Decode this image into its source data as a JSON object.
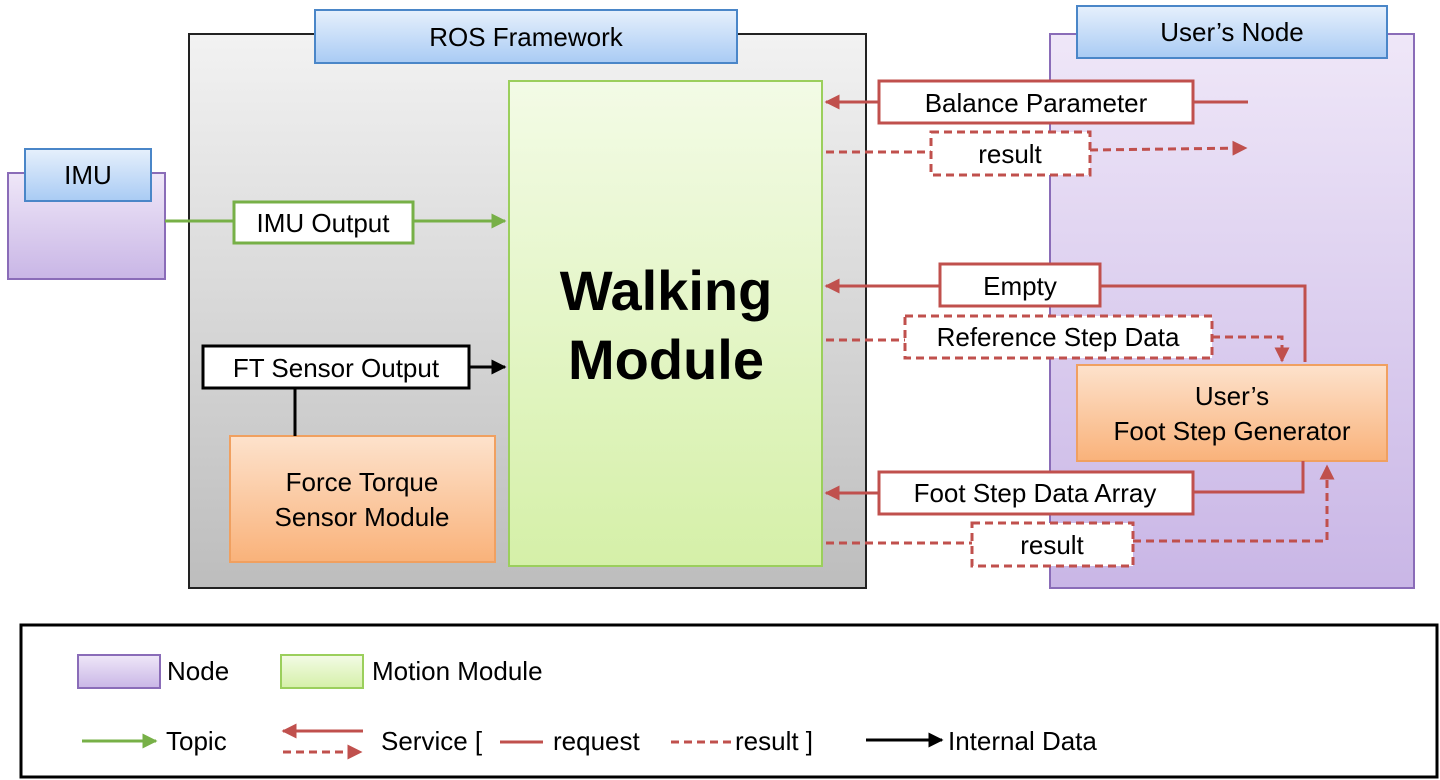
{
  "ros_framework": {
    "title": "ROS Framework"
  },
  "imu": {
    "title": "IMU",
    "output_label": "IMU Output"
  },
  "user_node": {
    "title": "User’s Node",
    "generator_line1": "User’s",
    "generator_line2": "Foot Step Generator"
  },
  "walking_module": {
    "line1": "Walking",
    "line2": "Module"
  },
  "ft_sensor": {
    "output_label": "FT Sensor Output",
    "module_line1": "Force Torque",
    "module_line2": "Sensor Module"
  },
  "services": {
    "balance_parameter": "Balance Parameter",
    "result_top": "result",
    "empty": "Empty",
    "reference_step_data": "Reference Step Data",
    "foot_step_data_array": "Foot Step Data Array",
    "result_bottom": "result"
  },
  "legend": {
    "node": "Node",
    "motion_module": "Motion Module",
    "topic": "Topic",
    "service_open": "Service [",
    "request": "request",
    "result": "result ]",
    "internal_data": "Internal Data"
  },
  "colors": {
    "node": "#d9c9ee",
    "motion_module": "#e6f7c8",
    "sensor_module": "#fbc9a0",
    "header": "#c9e0fb",
    "topic": "#77b047",
    "service": "#c0504d",
    "internal": "#000000"
  }
}
